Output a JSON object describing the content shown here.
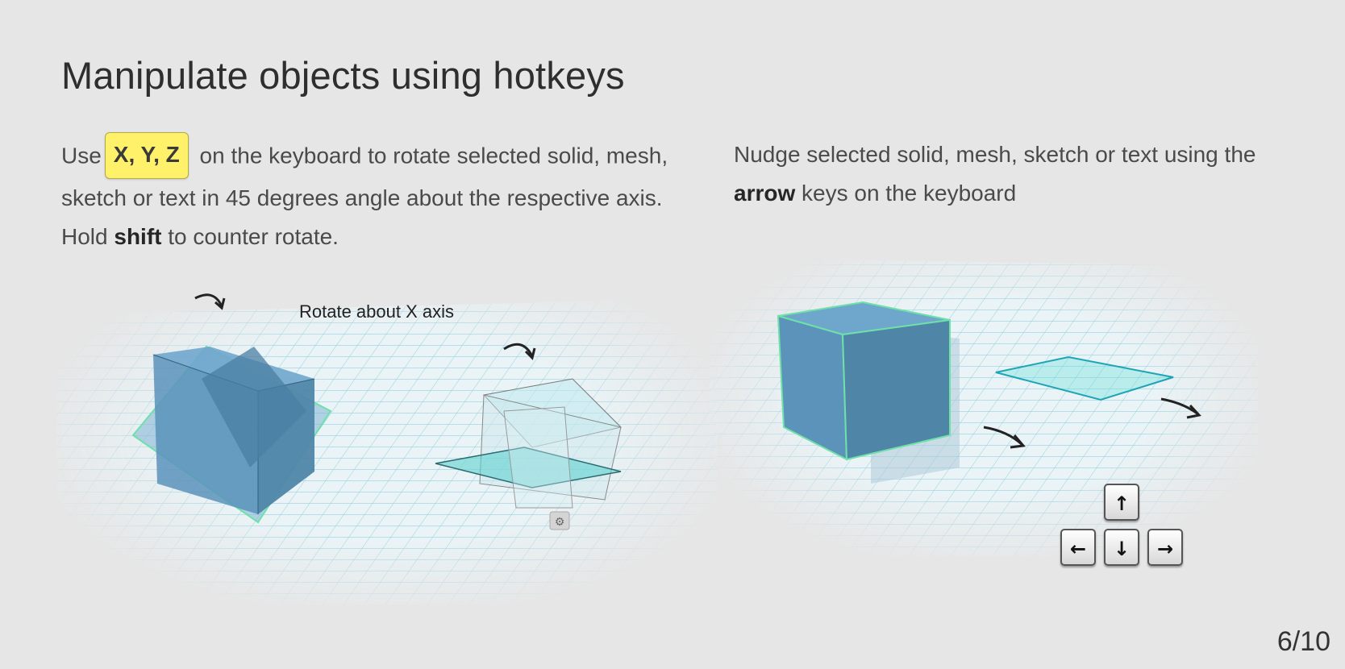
{
  "title": "Manipulate objects using hotkeys",
  "left": {
    "use": "Use",
    "hotkeys": "X, Y, Z",
    "text_1": "on the keyboard to rotate selected solid, mesh, sketch or text in 45 degrees angle about the respective axis. Hold",
    "shift": "shift",
    "text_2": "to counter rotate."
  },
  "right": {
    "text_1": "Nudge selected solid, mesh, sketch or text using the",
    "arrow": "arrow",
    "text_2": "keys on the keyboard"
  },
  "rotate_label": "Rotate about X axis",
  "keys": {
    "up": "↑",
    "left": "←",
    "down": "↓",
    "right": "→"
  },
  "slide_counter": "6/10",
  "colors": {
    "background": "#e6e6e6",
    "hotkey_highlight": "#fff16a",
    "grid": "#7cc7de",
    "solid": "#4f86a8",
    "selection_outline": "#6ee0a8",
    "sketch": "#3ec7c7"
  },
  "icons": {
    "gear": "gear-icon"
  }
}
